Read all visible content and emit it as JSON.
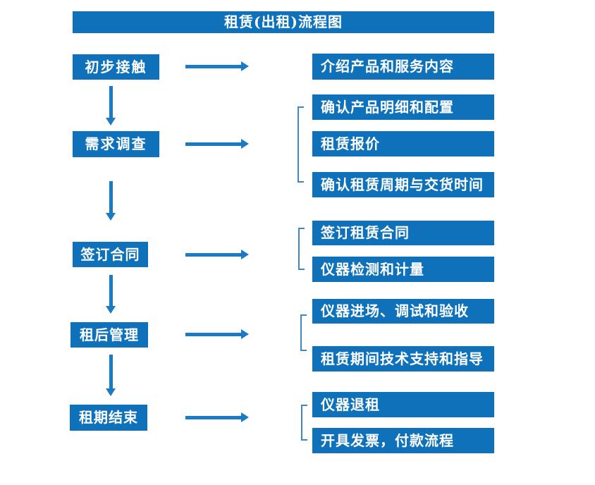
{
  "title": "租赁(出租)流程图",
  "colors": {
    "box_fill": "#0f71ba",
    "arrow": "#1b7ac4",
    "bracket": "#4285c2",
    "box_text": "#ffffff",
    "background": "#ffffff"
  },
  "steps": [
    {
      "label": "初步接触"
    },
    {
      "label": "需求调查"
    },
    {
      "label": "签订合同"
    },
    {
      "label": "租后管理"
    },
    {
      "label": "租期结束"
    }
  ],
  "details": [
    {
      "label": "介绍产品和服务内容"
    },
    {
      "label": "确认产品明细和配置"
    },
    {
      "label": "租赁报价"
    },
    {
      "label": "确认租赁周期与交货时间"
    },
    {
      "label": "签订租赁合同"
    },
    {
      "label": "仪器检测和计量"
    },
    {
      "label": "仪器进场、调试和验收"
    },
    {
      "label": "租赁期间技术支持和指导"
    },
    {
      "label": "仪器退租"
    },
    {
      "label": "开具发票，付款流程"
    }
  ]
}
